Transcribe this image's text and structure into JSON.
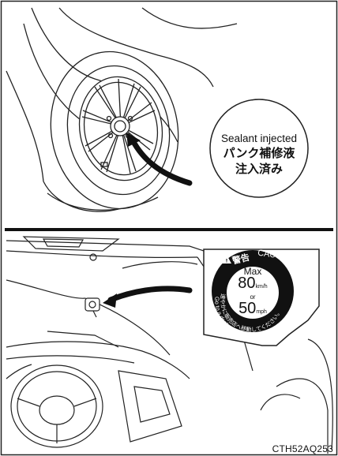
{
  "sealant_label": {
    "line1": "Sealant injected",
    "line2": "パンク補修液",
    "line3": "注入済み"
  },
  "caution_sticker": {
    "warning_jp": "警告",
    "caution_en": "CAUTION",
    "max": "Max",
    "speed_kmh": "80",
    "unit_kmh": "km/h",
    "or": "or",
    "speed_mph": "50",
    "unit_mph": "mph",
    "ring_text_jp": "速やかに販売店へ移動してください。",
    "ring_text_en": "Go to a dealer immediately."
  },
  "figure_code": "CTH52AQ253"
}
